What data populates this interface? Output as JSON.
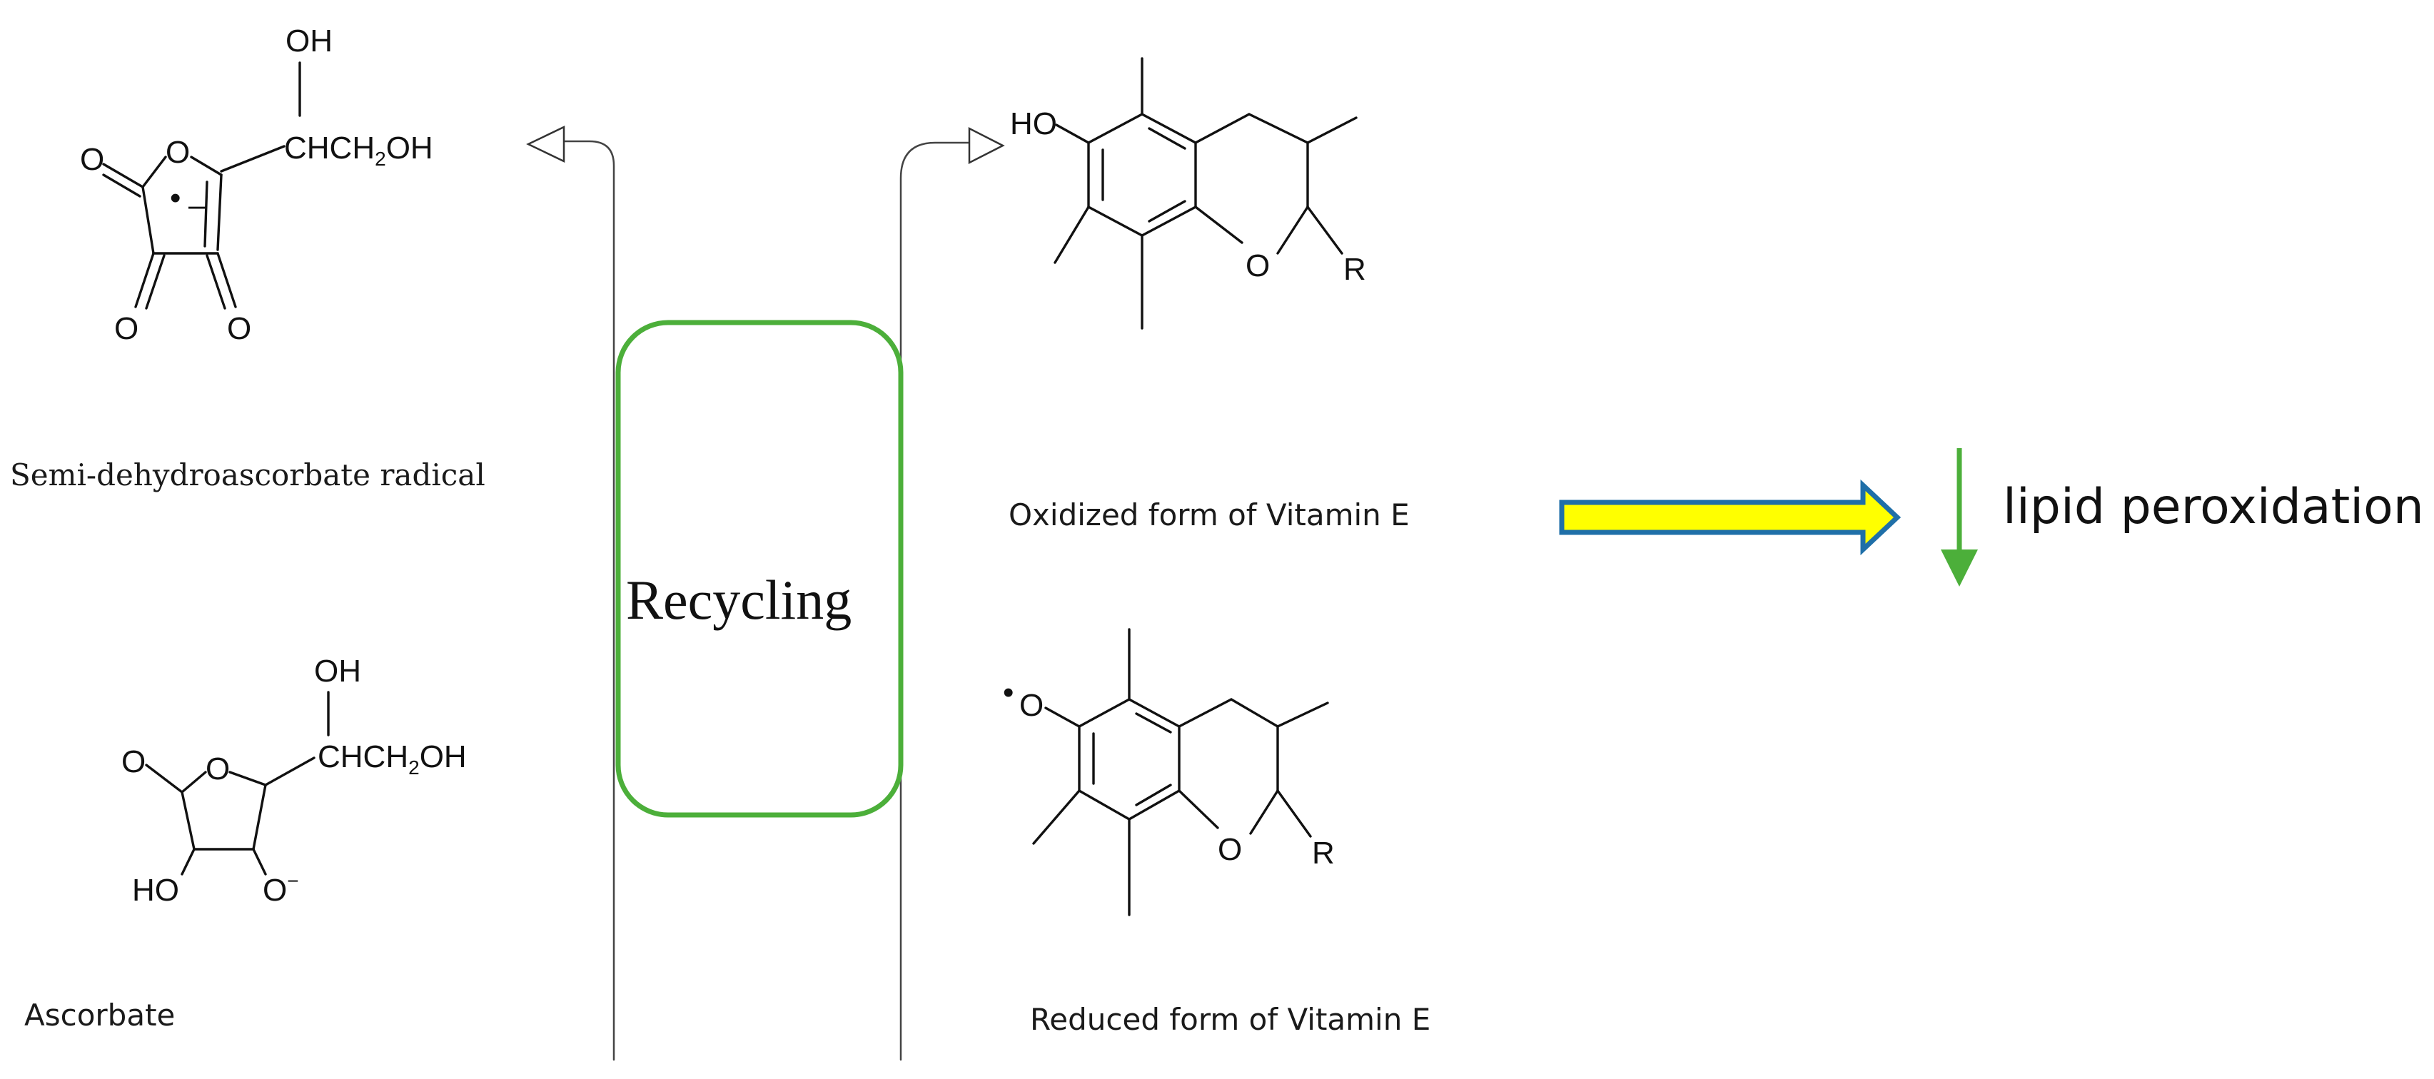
{
  "labels": {
    "semi_radical": "Semi-dehydroascorbate radical",
    "ascorbate": "Ascorbate",
    "oxidized_vit_e": "Oxidized form of Vitamin E",
    "reduced_vit_e": "Reduced form of Vitamin E",
    "recycling": "Recycling",
    "lipid_peroxidation": "lipid peroxidation"
  },
  "structures": {
    "semi_radical": {
      "oh_top": "OH",
      "ring_o": "O",
      "carbonyl_o": "O",
      "side_chain": "CHCH",
      "side_chain_sub": "2",
      "side_chain_end": "OH",
      "o_left": "O",
      "o_right": "O",
      "radical_dot": "•",
      "charge": "–"
    },
    "ascorbate": {
      "oh_top": "OH",
      "ring_o": "O",
      "carbonyl_o": "O",
      "side_chain": "CHCH",
      "side_chain_sub": "2",
      "side_chain_end": "OH",
      "ho_bottom": "HO",
      "o_minus": "O",
      "minus": "−"
    },
    "vit_e_oxidized": {
      "ho": "HO",
      "ring_o": "O",
      "r": "R"
    },
    "vit_e_reduced": {
      "o_radical": "O",
      "radical_dot": "•",
      "ring_o": "O",
      "r": "R"
    }
  },
  "colors": {
    "recycling_box": "#4caf3a",
    "big_arrow_fill": "#ffff00",
    "big_arrow_stroke": "#1f6fa8",
    "down_arrow": "#4caf3a",
    "line": "#444444"
  },
  "icons": {
    "left_arrow": "hollow-arrowhead-left",
    "right_arrow": "hollow-arrowhead-right",
    "big_arrow": "block-arrow-right",
    "down_arrow": "arrow-down"
  }
}
